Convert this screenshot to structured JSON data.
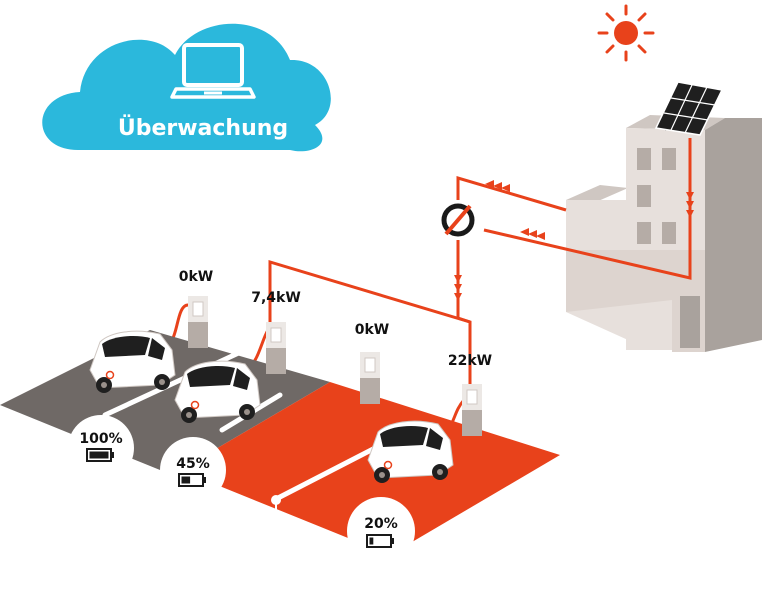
{
  "cloud": {
    "title": "Überwachung",
    "icon": "laptop-icon"
  },
  "chargers": [
    {
      "id": "charger-1",
      "power": "0kW"
    },
    {
      "id": "charger-2",
      "power": "7,4kW"
    },
    {
      "id": "charger-3",
      "power": "0kW"
    },
    {
      "id": "charger-4",
      "power": "22kW"
    }
  ],
  "vehicles": [
    {
      "id": "car-1",
      "battery": "100%",
      "level": 1.0
    },
    {
      "id": "car-2",
      "battery": "45%",
      "level": 0.45
    },
    {
      "id": "car-3",
      "battery": "20%",
      "level": 0.2
    }
  ],
  "icons": [
    "sun-icon",
    "solar-panel-icon",
    "building-icon",
    "meter-icon",
    "battery-icon",
    "car-icon",
    "charger-icon"
  ],
  "colors": {
    "accent": "#e8421b",
    "cloud": "#2bb8dc",
    "asphalt": "#6f6966",
    "building_front": "#e7e0dc",
    "building_side": "#a9a29d",
    "charger": "#ece8e5"
  }
}
